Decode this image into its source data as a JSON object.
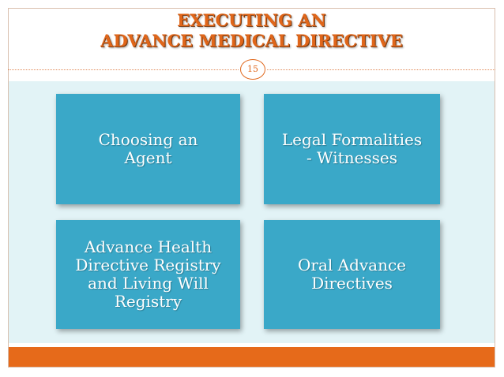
{
  "slide": {
    "title_line1": "EXECUTING AN",
    "title_line2": "ADVANCE MEDICAL DIRECTIVE",
    "page_number": "15"
  },
  "tiles": [
    {
      "label": "Choosing an\nAgent"
    },
    {
      "label": "Legal Formalities\n- Witnesses"
    },
    {
      "label": "Advance Health\nDirective Registry\nand Living Will\nRegistry"
    },
    {
      "label": "Oral Advance\nDirectives"
    }
  ],
  "colors": {
    "title": "#e0661a",
    "tile": "#3aa8c8",
    "content_background": "#e2f3f6",
    "bottom_bar": "#e66a1a"
  }
}
